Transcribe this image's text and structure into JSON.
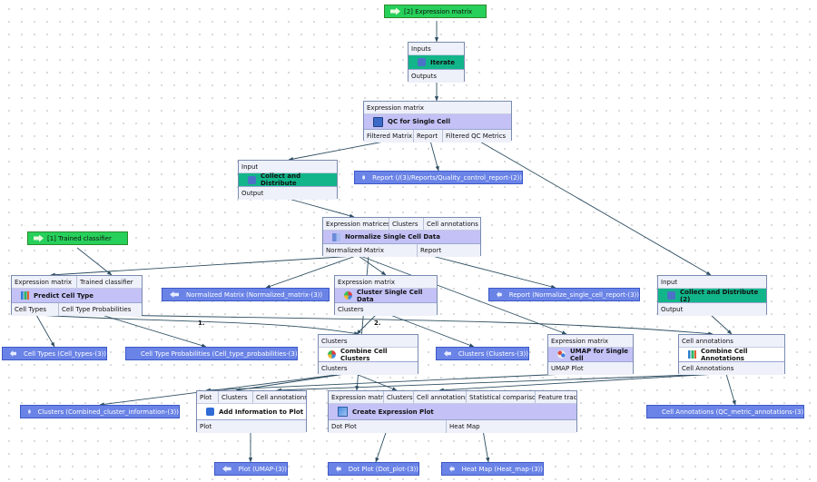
{
  "inputs": {
    "expression_matrix": "[2] Expression matrix",
    "trained_classifier": "[1] Trained classifier"
  },
  "nodes": {
    "iterate": {
      "inputs": "Inputs",
      "title": "Iterate",
      "outputs": "Outputs"
    },
    "qc": {
      "input": "Expression matrix",
      "title": "QC for Single Cell",
      "outputs": [
        "Filtered Matrix",
        "Report",
        "Filtered QC Metrics"
      ]
    },
    "collect1": {
      "input": "Input",
      "title": "Collect and Distribute",
      "output": "Output"
    },
    "normalize": {
      "inputs": [
        "Expression matrices",
        "Clusters",
        "Cell annotations"
      ],
      "title": "Normalize Single Cell Data",
      "outputs": [
        "Normalized Matrix",
        "Report"
      ]
    },
    "predict": {
      "inputs": [
        "Expression matrix",
        "Trained classifier"
      ],
      "title": "Predict Cell Type",
      "outputs": [
        "Cell Types",
        "Cell Type Probabilities"
      ]
    },
    "cluster": {
      "input": "Expression matrix",
      "title": "Cluster Single Cell Data",
      "output": "Clusters"
    },
    "collect2": {
      "input": "Input",
      "title": "Collect and Distribute (2)",
      "output": "Output"
    },
    "combine_clusters": {
      "input": "Clusters",
      "title": "Combine Cell Clusters",
      "output": "Clusters"
    },
    "umap": {
      "input": "Expression matrix",
      "title": "UMAP for Single Cell",
      "output": "UMAP Plot"
    },
    "combine_annot": {
      "input": "Cell annotations",
      "title": "Combine Cell Annotations",
      "output": "Cell Annotations"
    },
    "add_info": {
      "inputs": [
        "Plot",
        "Clusters",
        "Cell annotations"
      ],
      "title": "Add Information to Plot",
      "output": "Plot"
    },
    "expr_plot": {
      "inputs": [
        "Expression matrix",
        "Clusters",
        "Cell annotations",
        "Statistical comparison",
        "Feature track"
      ],
      "title": "Create Expression Plot",
      "outputs": [
        "Dot Plot",
        "Heat Map"
      ]
    }
  },
  "outputs": {
    "report_qc": "Report (/(3)/Reports/Quality_control_report-(2))",
    "normalized_matrix": "Normalized Matrix (Normalized_matrix-(3))",
    "report_norm": "Report (Normalize_single_cell_report-(3))",
    "cell_types": "Cell Types (Cell_types-(3))",
    "cell_type_prob": "Cell Type Probabilities (Cell_type_probabilities-(3))",
    "clusters": "Clusters (Clusters-(3))",
    "clusters_combined": "Clusters (Combined_cluster_information-(3))",
    "cell_annotations": "Cell Annotations (QC_metric_annotations-(3))",
    "plot_umap": "Plot (UMAP-(3))",
    "dot_plot": "Dot Plot (Dot_plot-(3))",
    "heat_map": "Heat Map (Heat_map-(3))"
  },
  "edge_labels": {
    "one": "1.",
    "two": "2."
  },
  "colors": {
    "input_green": "#27d05a",
    "tool_purple": "#c3c1f6",
    "control_teal": "#12b58a",
    "output_blue": "#6a83e6",
    "wire": "#2f4f62"
  }
}
